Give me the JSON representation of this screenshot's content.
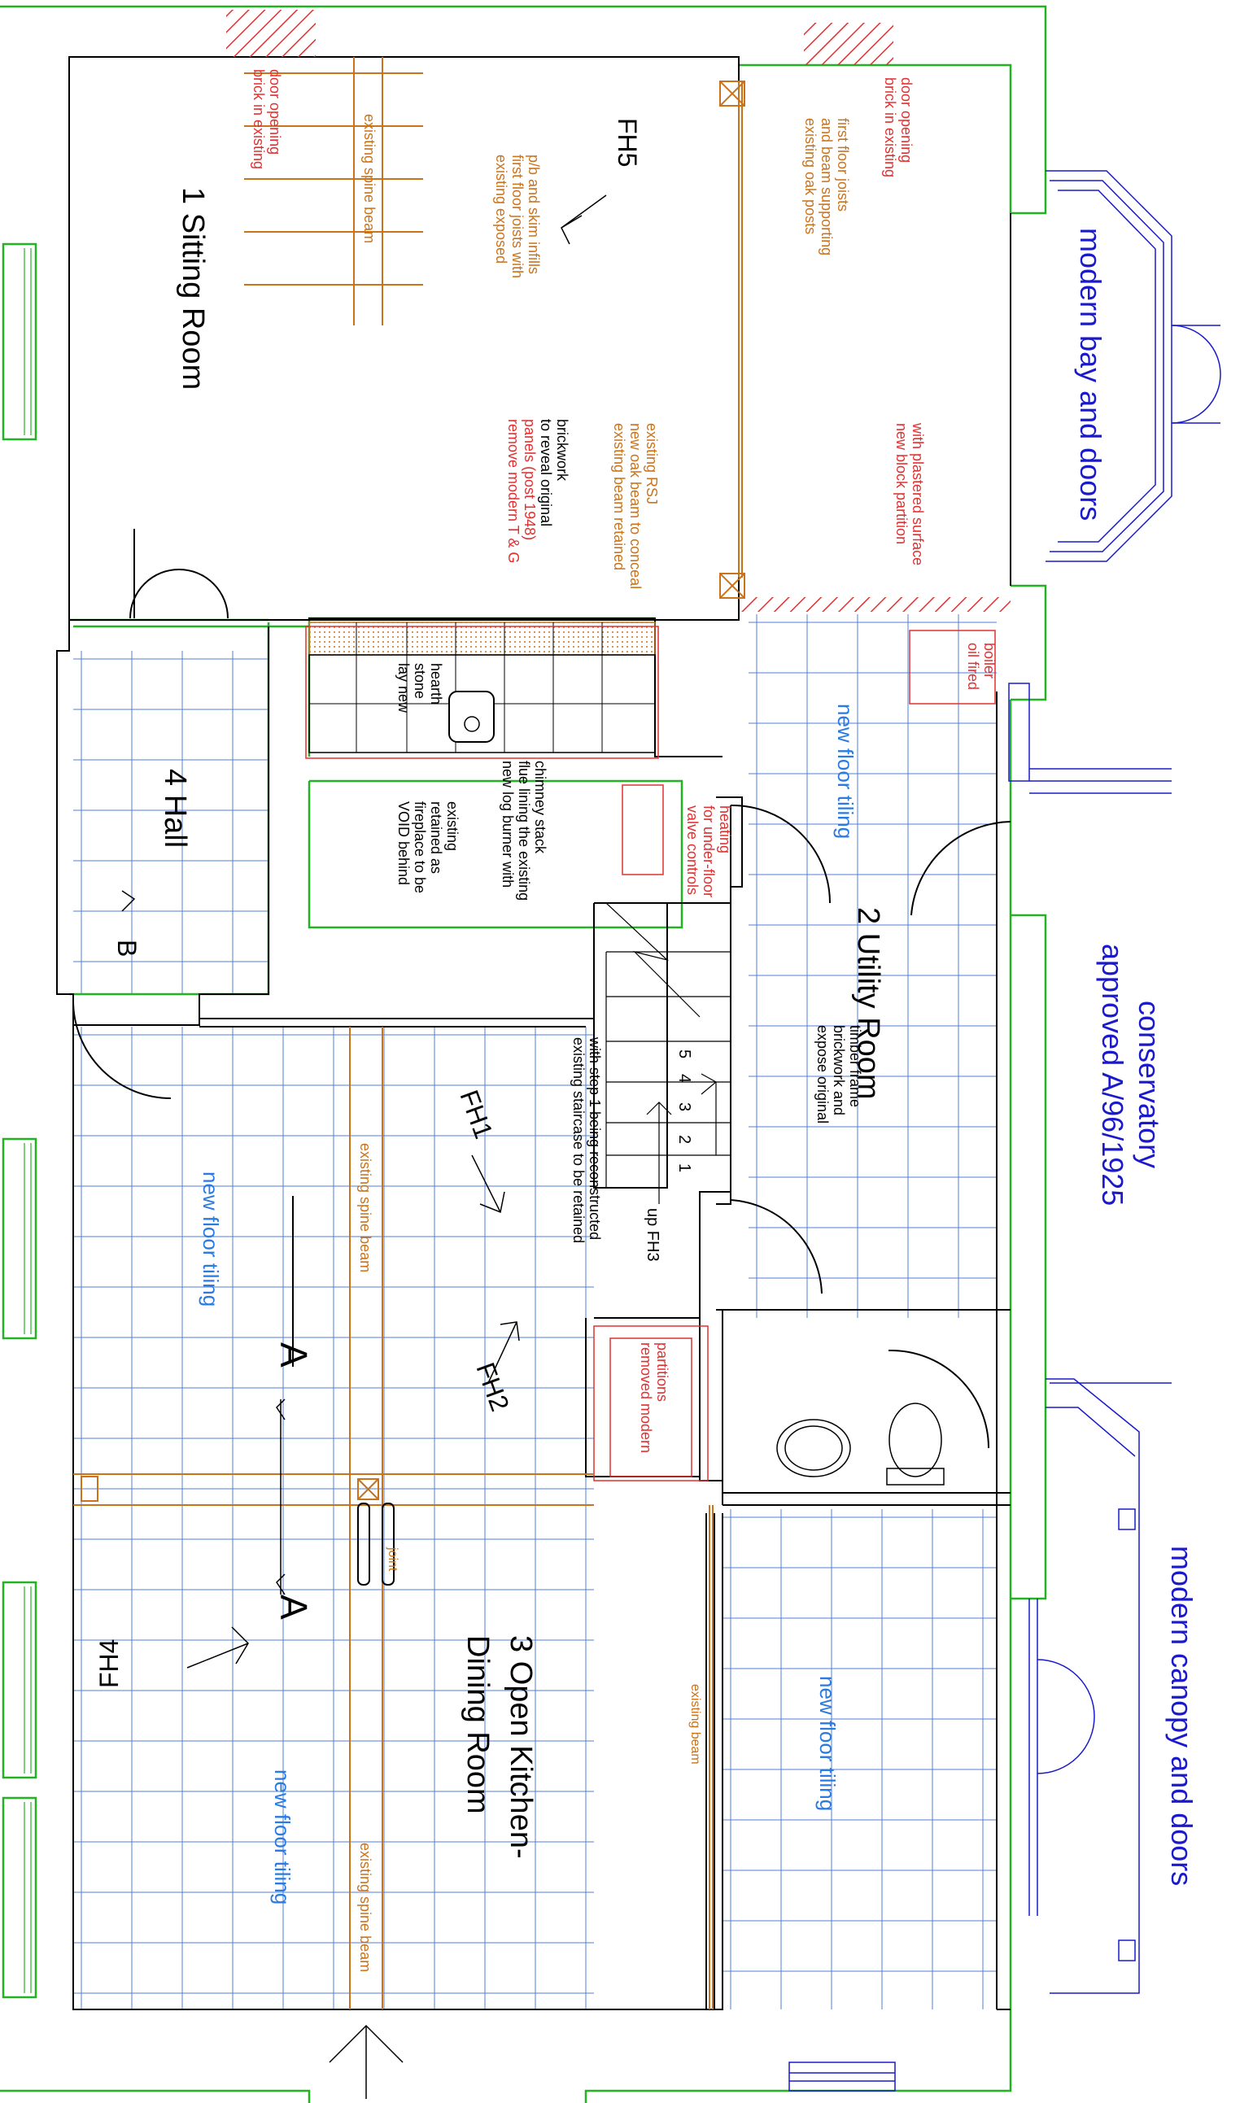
{
  "colors": {
    "wall": "#000000",
    "tile_grid": "#4f7fd6",
    "existing_work": "#c9731c",
    "new_work": "#e23030",
    "modern": "#1a1acc",
    "outline": "#21b321",
    "light_blue": "#2a7ae0"
  },
  "rooms": {
    "sitting": "1 Sitting Room",
    "utility": "2 Utility Room",
    "kitchen_line1": "3 Open Kitchen-",
    "kitchen_line2": "Dining  Room",
    "hall": "4 Hall"
  },
  "exterior": {
    "bay": "modern bay and doors",
    "conservatory_line1": "conservatory",
    "conservatory_line2": "approved A/96/1925",
    "canopy": "modern canopy and doors"
  },
  "photo_markers": {
    "fh1": "FH1",
    "fh2": "FH2",
    "fh3": "up FH3",
    "fh4": "FH4",
    "fh5": "FH5"
  },
  "section": {
    "a": "A",
    "b": "B"
  },
  "stair_numbers": [
    "5",
    "4",
    "3",
    "2",
    "1"
  ],
  "notes": {
    "brick_left": [
      "brick in existing",
      "door opening"
    ],
    "brick_right": [
      "brick in existing",
      "door opening"
    ],
    "spine_beam_sitting": "existing spine beam",
    "joists": [
      "existing exposed",
      "first floor joists with",
      "p/b and skim infills"
    ],
    "oak_posts": [
      "existing oak posts",
      "and beam supporting",
      "first floor joists"
    ],
    "beam_retained": [
      "existing beam retained",
      "new oak beam to conceal",
      "existing RSJ"
    ],
    "remove_panels": [
      "remove modern T & G",
      "panels (post 1948)",
      "to reveal original",
      "brickwork"
    ],
    "block_partition": [
      "new block partition",
      "with plastered surface"
    ],
    "oil_boiler": [
      "oil fired",
      "boiler"
    ],
    "stone_hearth": [
      "lay new",
      "stone",
      "hearth"
    ],
    "log_burner": [
      "new log burner with",
      "flue lining the existing",
      "chimney stack"
    ],
    "void": [
      "VOID behind",
      "fireplace to be",
      "retained as",
      "existing"
    ],
    "valve": [
      "valve controls",
      "for under-floor",
      "heating"
    ],
    "tiling_utility": "new floor tiling",
    "expose_brick": [
      "expose original",
      "brickwork and",
      "timber frame"
    ],
    "staircase": [
      "existing staircase to be retained",
      "with step 1 being reconstructed"
    ],
    "tiling_hall": "new floor tiling",
    "spine_beam_mid": "existing spine beam",
    "removed_partitions": [
      "removed modern",
      "partitions"
    ],
    "joint": "joint",
    "existing_beam": "existing beam",
    "tiling_kitchen_left": "new floor tiling",
    "tiling_kitchen_right": "new floor tiling",
    "spine_beam_bottom": "existing spine beam"
  }
}
